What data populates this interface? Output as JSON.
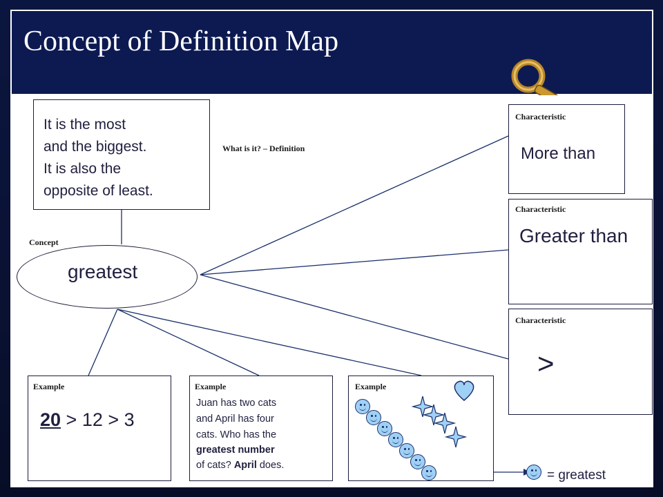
{
  "title": "Concept of Definition Map",
  "definition": {
    "label": "What is it? – Definition",
    "lines": [
      "It is the most",
      "and the biggest.",
      "It is also the",
      "opposite of least."
    ]
  },
  "concept": {
    "label": "Concept",
    "word": "greatest"
  },
  "characteristics": [
    {
      "label": "Characteristic",
      "text": "More than"
    },
    {
      "label": "Characteristic",
      "text": "Greater than"
    },
    {
      "label": "Characteristic",
      "text": ">"
    }
  ],
  "examples": [
    {
      "label": "Example",
      "lead": "20",
      "rest": " > 12 > 3"
    },
    {
      "label": "Example",
      "lines": [
        "Juan has two cats",
        "and April has four",
        "cats. Who has the"
      ],
      "bold_line": "greatest number",
      "last_a": "of cats? ",
      "last_b": "April",
      "last_c": " does."
    },
    {
      "label": "Example",
      "legend": "= greatest"
    }
  ],
  "colors": {
    "banner": "#0d1a52",
    "smiley_fill": "#9fd0f5",
    "outline": "#1a2f6a"
  }
}
